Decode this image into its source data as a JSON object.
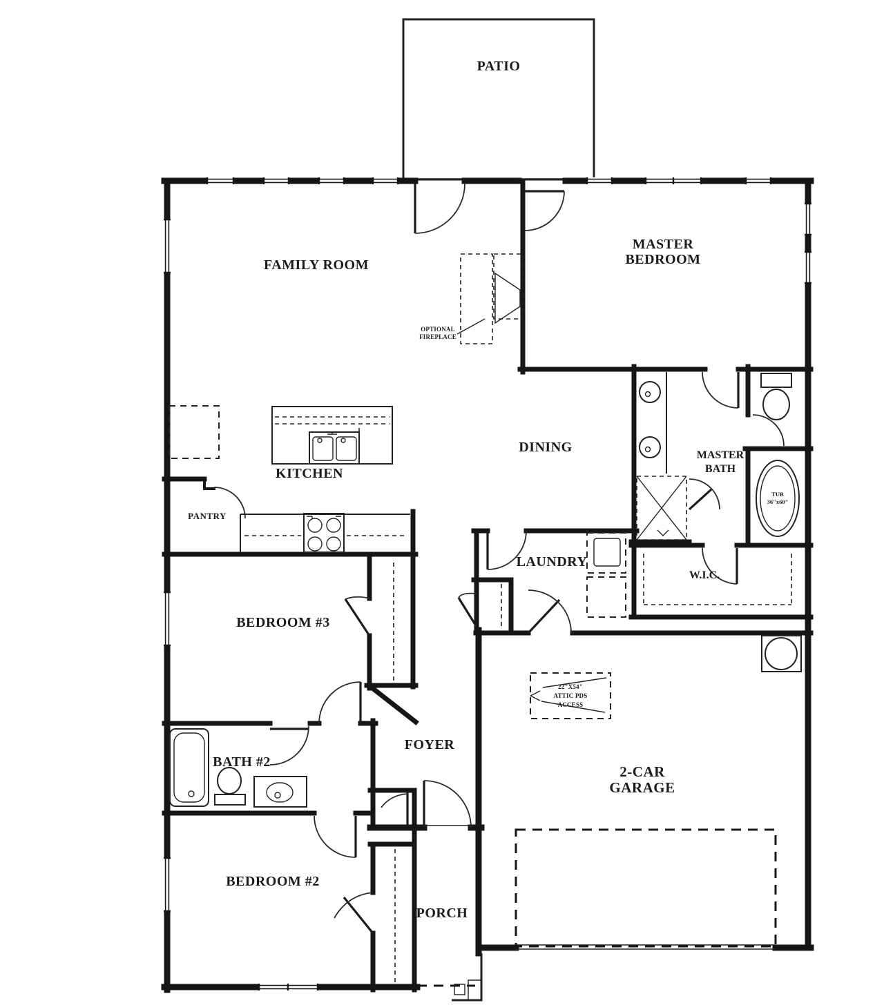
{
  "drawing": {
    "type": "residential-floor-plan",
    "colors": {
      "wall": "#161616",
      "text": "#1b1b1b",
      "background": "#ffffff"
    }
  },
  "labels": {
    "patio": "PATIO",
    "family_room": "FAMILY ROOM",
    "master_bedroom_1": "MASTER",
    "master_bedroom_2": "BEDROOM",
    "dining": "DINING",
    "kitchen": "KITCHEN",
    "pantry": "PANTRY",
    "master_bath_1": "MASTER",
    "master_bath_2": "BATH",
    "wic": "W.I.C.",
    "laundry": "LAUNDRY",
    "bedroom3": "BEDROOM #3",
    "foyer": "FOYER",
    "bath2": "BATH #2",
    "garage_1": "2-CAR",
    "garage_2": "GARAGE",
    "bedroom2": "BEDROOM #2",
    "porch": "PORCH",
    "optional_fireplace_1": "OPTIONAL",
    "optional_fireplace_2": "FIREPLACE",
    "attic_1": "22\"X54\"",
    "attic_2": "ATTIC PDS",
    "attic_3": "ACCESS",
    "tub_1": "TUB",
    "tub_2": "36\"x60\""
  }
}
